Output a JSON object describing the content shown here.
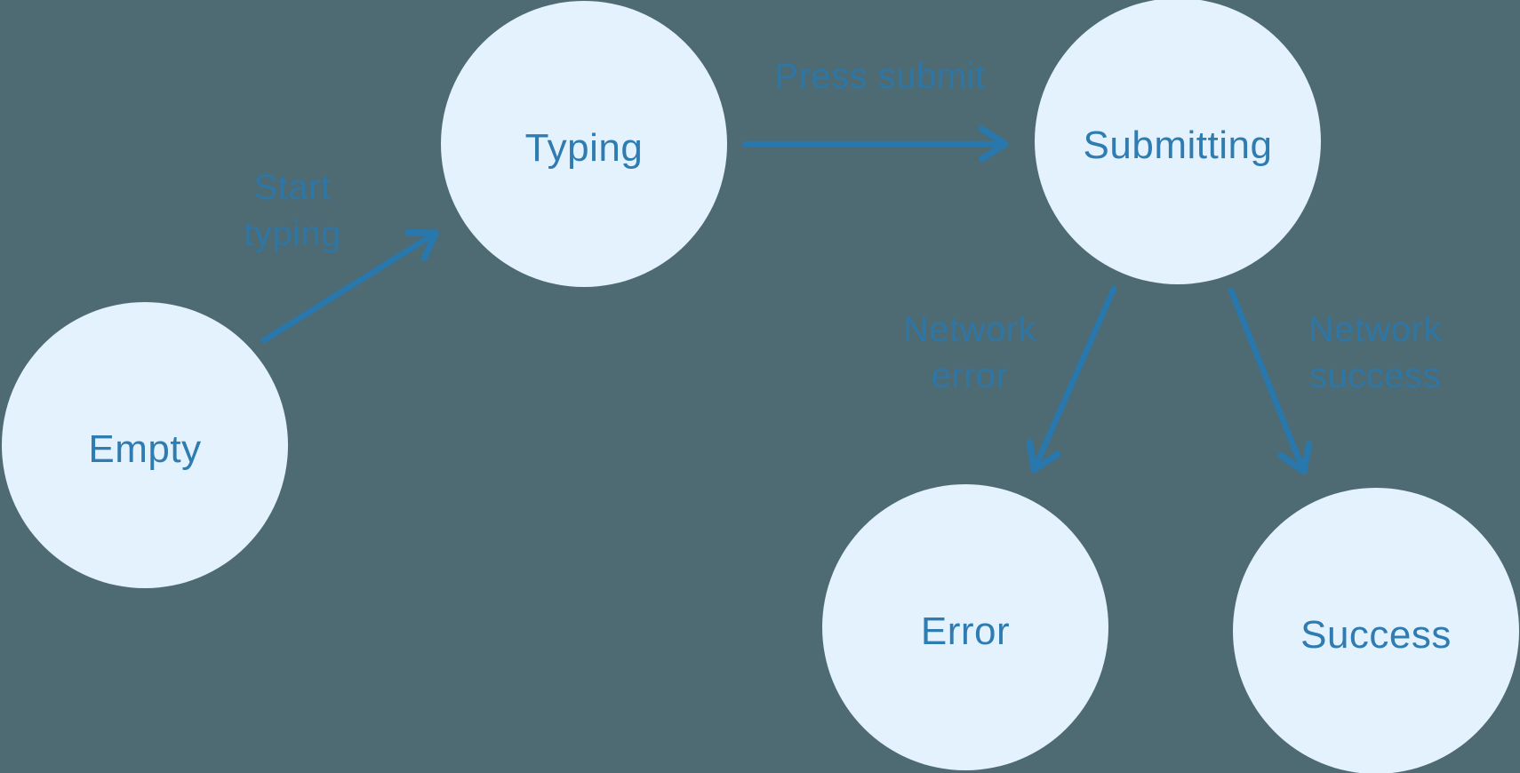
{
  "canvas": {
    "background_color": "#4E6A73",
    "node_fill_color": "#E3F2FD",
    "node_text_color": "#2E7CB2",
    "arrow_color": "#2878AE"
  },
  "diagram": {
    "type": "state-machine",
    "states": [
      {
        "id": "empty",
        "label": "Empty"
      },
      {
        "id": "typing",
        "label": "Typing"
      },
      {
        "id": "submitting",
        "label": "Submitting"
      },
      {
        "id": "error",
        "label": "Error"
      },
      {
        "id": "success",
        "label": "Success"
      }
    ],
    "transitions": [
      {
        "id": "start-typing",
        "label": "Start typing",
        "from": "empty",
        "to": "typing"
      },
      {
        "id": "press-submit",
        "label": "Press submit",
        "from": "typing",
        "to": "submitting"
      },
      {
        "id": "network-error",
        "label": "Network error",
        "from": "submitting",
        "to": "error"
      },
      {
        "id": "network-success",
        "label": "Network success",
        "from": "submitting",
        "to": "success"
      }
    ]
  }
}
